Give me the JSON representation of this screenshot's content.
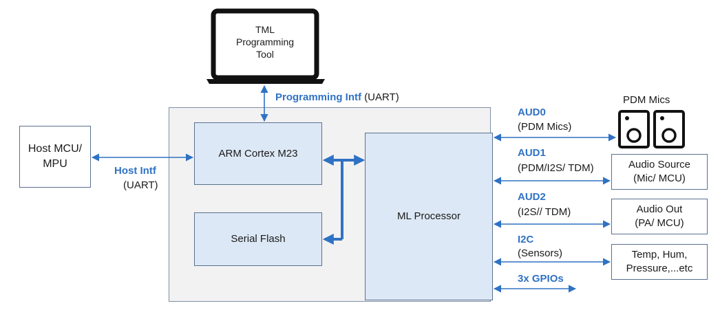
{
  "laptop": {
    "line1": "TML",
    "line2": "Programming",
    "line3": "Tool"
  },
  "host": {
    "line1": "Host MCU/",
    "line2": "MPU"
  },
  "host_intf": {
    "name": "Host Intf",
    "proto": "(UART)"
  },
  "prog_intf": {
    "name": "Programming Intf",
    "proto": "(UART)"
  },
  "arm": {
    "label": "ARM Cortex M23"
  },
  "flash": {
    "label": "Serial Flash"
  },
  "ml": {
    "label": "ML Processor"
  },
  "aud0": {
    "name": "AUD0",
    "desc": "(PDM Mics)"
  },
  "aud1": {
    "name": "AUD1",
    "desc": "(PDM/I2S/ TDM)"
  },
  "aud2": {
    "name": "AUD2",
    "desc": "(I2S// TDM)"
  },
  "i2c": {
    "name": "I2C",
    "desc": "(Sensors)"
  },
  "gpio": {
    "name": "3x GPIOs"
  },
  "pdm_mics": {
    "label": "PDM Mics"
  },
  "audio_source": {
    "line1": "Audio Source",
    "line2": "(Mic/ MCU)"
  },
  "audio_out": {
    "line1": "Audio Out",
    "line2": "(PA/ MCU)"
  },
  "sensors": {
    "line1": "Temp, Hum,",
    "line2": "Pressure,...etc"
  },
  "colors": {
    "accent": "#2f72c4",
    "block_fill": "#dce8f5",
    "chip_fill": "#f2f2f2"
  }
}
